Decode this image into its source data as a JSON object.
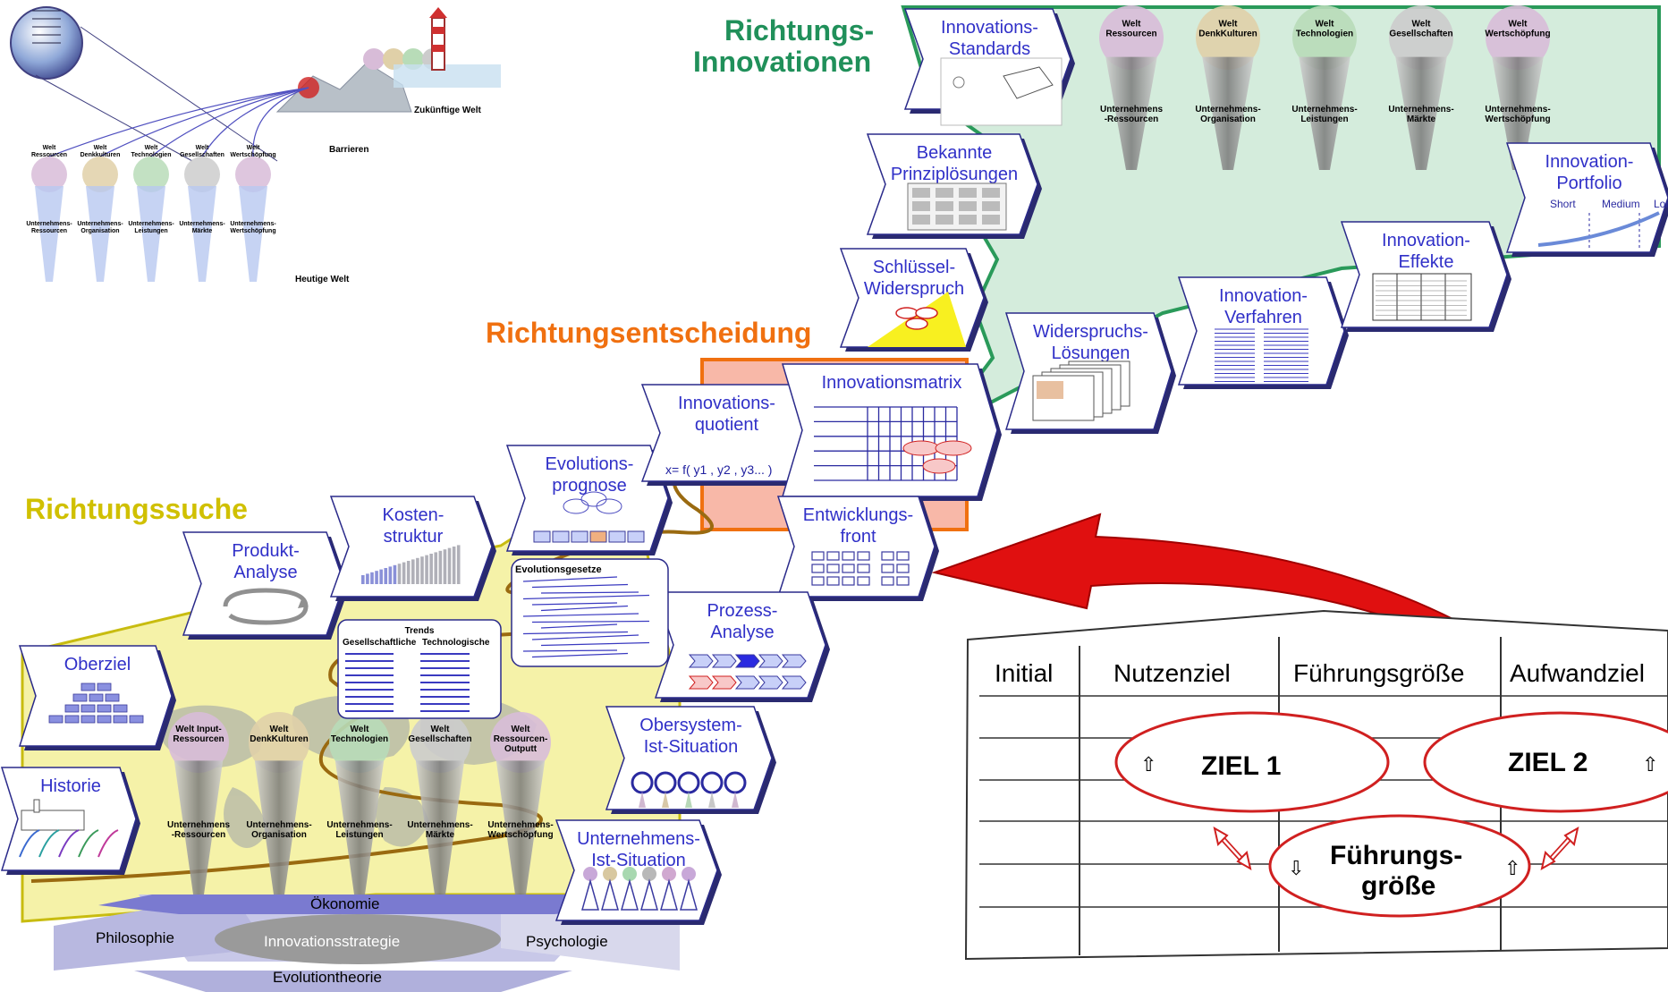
{
  "colors": {
    "section_search": "#d0c000",
    "section_decision": "#f07010",
    "section_innovation": "#20905a",
    "step_text": "#3030c8",
    "step_border": "#2a2a8a",
    "yellow_area": "#f5f2a8",
    "green_area": "#d4ecdc",
    "decision_box": "#f8b8a8",
    "big_arrow": "#e01010",
    "ellipse_red": "#d02020"
  },
  "sections": {
    "search": "Richtungssuche",
    "decision": "Richtungsentscheidung",
    "innovation_line1": "Richtungs-",
    "innovation_line2": "Innovationen"
  },
  "steps": {
    "historie": [
      "Historie"
    ],
    "oberziel": [
      "Oberziel"
    ],
    "produkt": [
      "Produkt-",
      "Analyse"
    ],
    "kosten": [
      "Kosten-",
      "struktur"
    ],
    "evolution": [
      "Evolutions-",
      "prognose"
    ],
    "quotient": [
      "Innovations-",
      "quotient"
    ],
    "matrix": [
      "Innovationsmatrix"
    ],
    "entwicklung": [
      "Entwicklungs-",
      "front"
    ],
    "prozess": [
      "Prozess-",
      "Analyse"
    ],
    "obersystem": [
      "Obersystem-",
      "Ist-Situation"
    ],
    "unternehmen": [
      "Unternehmens-",
      "Ist-Situation"
    ],
    "widerspruch": [
      "Schlüssel-",
      "Widerspruch"
    ],
    "prinzip": [
      "Bekannte",
      "Prinziplösungen"
    ],
    "standards": [
      "Innovations-",
      "Standards"
    ],
    "loesungen": [
      "Widerspruchs-",
      "Lösungen"
    ],
    "verfahren": [
      "Innovation-",
      "Verfahren"
    ],
    "effekte": [
      "Innovation-",
      "Effekte"
    ],
    "portfolio": [
      "Innovation-",
      "Portfolio"
    ]
  },
  "portfolio_axis": [
    "Short",
    "Medium",
    "Long"
  ],
  "quotient_formula": "x= f( y1 , y2 , y3... )",
  "evolution_box_title": "Evolutionsgesetze",
  "trends_box": {
    "title": "Trends",
    "col1": "Gesellschaftliche",
    "col2": "Technologische"
  },
  "top_worlds": [
    [
      "Welt",
      "Ressourcen"
    ],
    [
      "Welt",
      "DenkKulturen"
    ],
    [
      "Welt",
      "Technologien"
    ],
    [
      "Welt",
      "Gesellschaften"
    ],
    [
      "Welt",
      "Wertschöpfung"
    ]
  ],
  "top_companies": [
    [
      "Unternehmens",
      "-Ressourcen"
    ],
    [
      "Unternehmens-",
      "Organisation"
    ],
    [
      "Unternehmens-",
      "Leistungen"
    ],
    [
      "Unternehmens-",
      "Märkte"
    ],
    [
      "Unternehmens-",
      "Wertschöpfung"
    ]
  ],
  "mid_worlds": [
    [
      "Welt Input-",
      "Ressourcen"
    ],
    [
      "Welt",
      "DenkKulturen"
    ],
    [
      "Welt",
      "Technologien"
    ],
    [
      "Welt",
      "Gesellschaften"
    ],
    [
      "Welt",
      "Ressourcen-",
      "Outputt"
    ]
  ],
  "mid_companies": [
    [
      "Unternehmens",
      "-Ressourcen"
    ],
    [
      "Unternehmens-",
      "Organisation"
    ],
    [
      "Unternehmens-",
      "Leistungen"
    ],
    [
      "Unternehmens-",
      "Märkte"
    ],
    [
      "Unternehmens-",
      "Wertschöpfung"
    ]
  ],
  "foundation": {
    "oekonomie": "Ökonomie",
    "philosophie": "Philosophie",
    "strategie": "Innovationsstrategie",
    "psychologie": "Psychologie",
    "evolution": "Evolutiontheorie"
  },
  "inset": {
    "future": "Zukünftige Welt",
    "barriers": "Barrieren",
    "today": "Heutige Welt",
    "worlds": [
      [
        "Welt",
        "Ressourcen"
      ],
      [
        "Welt",
        "Denkkulturen"
      ],
      [
        "Welt",
        "Technologien"
      ],
      [
        "Welt",
        "Gesellschaften"
      ],
      [
        "Welt",
        "Wertschöpfung"
      ]
    ],
    "companies": [
      [
        "Unternehmens-",
        "Ressourcen"
      ],
      [
        "Unternehmens-",
        "Organisation"
      ],
      [
        "Unternehmens-",
        "Leistungen"
      ],
      [
        "Unternehmens-",
        "Märkte"
      ],
      [
        "Unternehmens-",
        "Wertschöpfung"
      ]
    ]
  },
  "goal_table": {
    "headers": [
      "Initial",
      "Nutzenziel",
      "Führungsgröße",
      "Aufwandziel"
    ],
    "ziel1": "ZIEL  1",
    "ziel2": "ZIEL  2",
    "fuehrung_line1": "Führungs-",
    "fuehrung_line2": "größe",
    "up_arrow": "⇧",
    "down_arrow": "⇩"
  }
}
